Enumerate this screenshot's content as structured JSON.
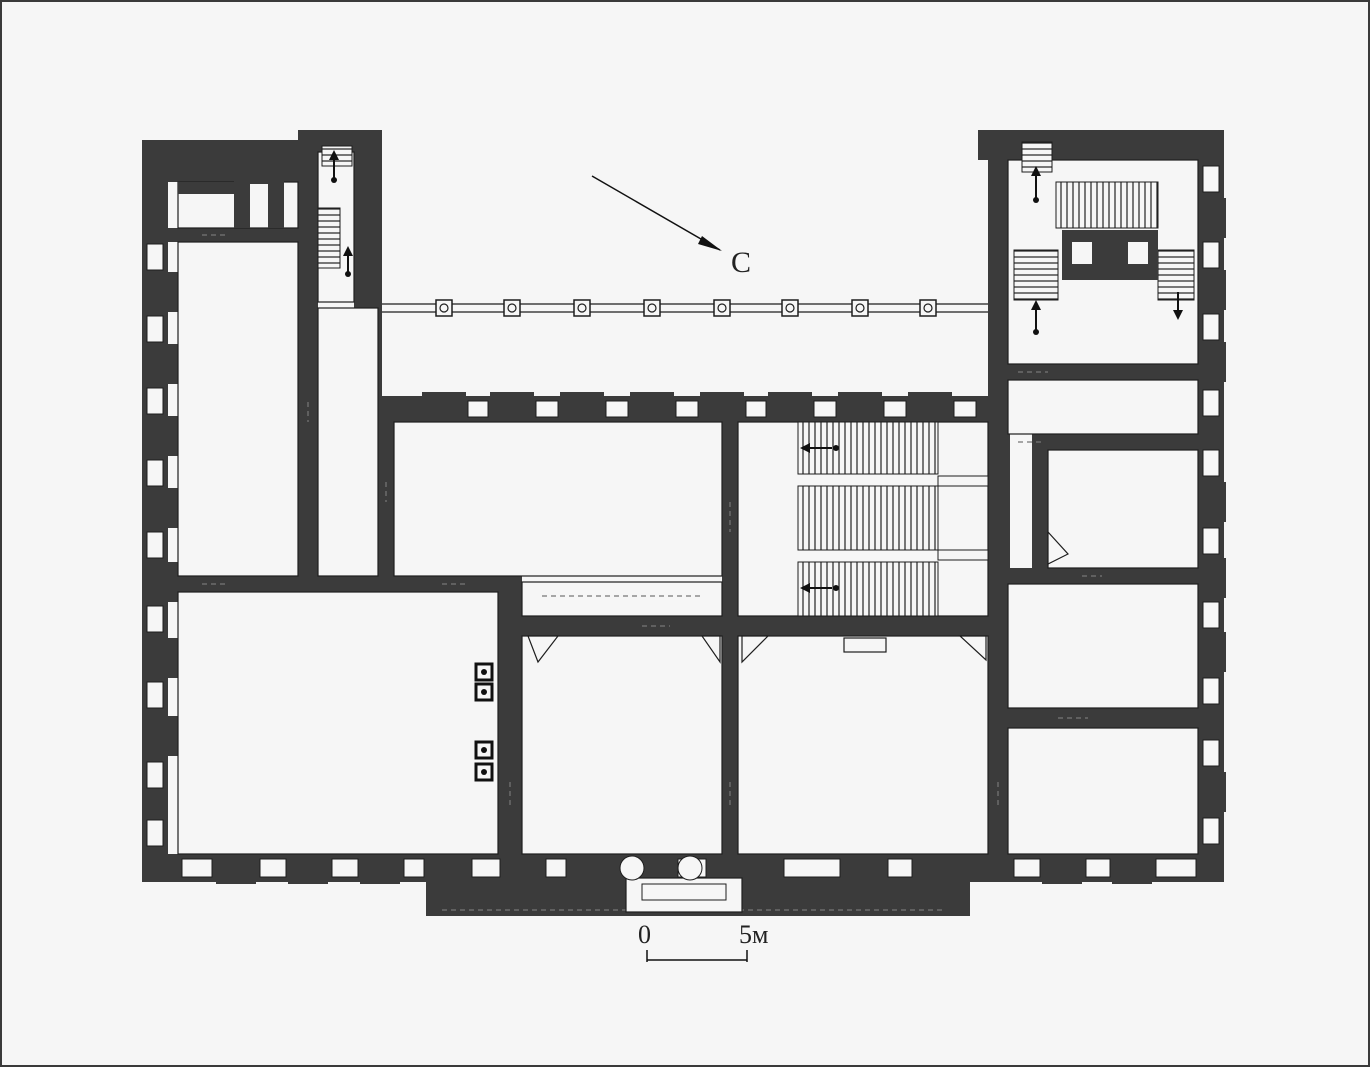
{
  "plan": {
    "north_arrow_label": "С",
    "scale_bar": {
      "start_label": "0",
      "end_label": "5м"
    },
    "colors": {
      "wall": "#3b3b3b",
      "paper": "#f6f6f6",
      "line": "#1e1e1e",
      "door": "#777777"
    }
  }
}
